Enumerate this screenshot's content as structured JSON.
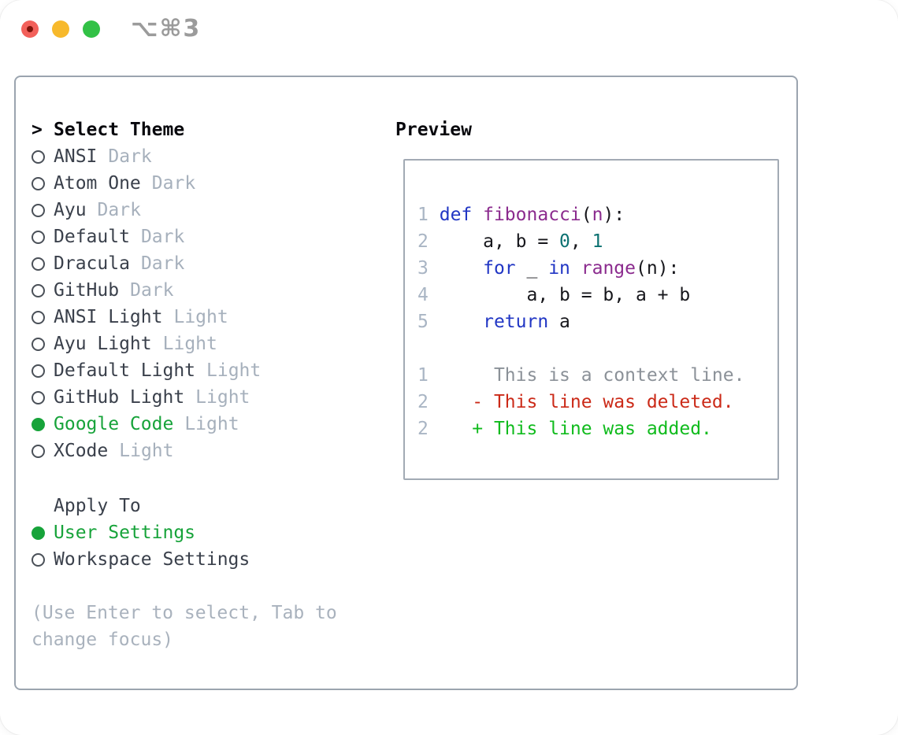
{
  "window": {
    "shortcut_label": "⌥⌘3",
    "traffic_lights": [
      {
        "name": "close-button",
        "color": "#f2605a"
      },
      {
        "name": "minimize-button",
        "color": "#f7b92c"
      },
      {
        "name": "zoom-button",
        "color": "#32c146"
      }
    ]
  },
  "colors": {
    "accent_green": "#17a33a",
    "diff_added": "#10bb1d",
    "diff_deleted": "#cb2a18",
    "diff_context": "#8b9198",
    "keyword_blue": "#2136c4",
    "function_purple": "#8b2b8e",
    "number_teal": "#0b7171",
    "muted_gray": "#a6b0bc",
    "panel_border": "#9ba4af"
  },
  "theme_panel": {
    "title_prefix": ">",
    "title": "Select Theme",
    "themes": [
      {
        "name": "ANSI",
        "tag": "Dark",
        "selected": false
      },
      {
        "name": "Atom One",
        "tag": "Dark",
        "selected": false
      },
      {
        "name": "Ayu",
        "tag": "Dark",
        "selected": false
      },
      {
        "name": "Default",
        "tag": "Dark",
        "selected": false
      },
      {
        "name": "Dracula",
        "tag": "Dark",
        "selected": false
      },
      {
        "name": "GitHub",
        "tag": "Dark",
        "selected": false
      },
      {
        "name": "ANSI Light",
        "tag": "Light",
        "selected": false
      },
      {
        "name": "Ayu Light",
        "tag": "Light",
        "selected": false
      },
      {
        "name": "Default Light",
        "tag": "Light",
        "selected": false
      },
      {
        "name": "GitHub Light",
        "tag": "Light",
        "selected": false
      },
      {
        "name": "Google Code",
        "tag": "Light",
        "selected": true
      },
      {
        "name": "XCode",
        "tag": "Light",
        "selected": false
      }
    ],
    "apply_to": {
      "title": "Apply To",
      "options": [
        {
          "name": "User Settings",
          "selected": true
        },
        {
          "name": "Workspace Settings",
          "selected": false
        }
      ]
    },
    "help_text": "(Use Enter to select, Tab to change focus)"
  },
  "preview": {
    "title": "Preview",
    "code_lines": [
      {
        "num": "1",
        "tokens": [
          {
            "text": "def ",
            "style": "keyword"
          },
          {
            "text": "fibonacci",
            "style": "function"
          },
          {
            "text": "(",
            "style": "plain"
          },
          {
            "text": "n",
            "style": "function"
          },
          {
            "text": "):",
            "style": "plain"
          }
        ]
      },
      {
        "num": "2",
        "tokens": [
          {
            "text": "    a, b = ",
            "style": "plain"
          },
          {
            "text": "0",
            "style": "number"
          },
          {
            "text": ", ",
            "style": "plain"
          },
          {
            "text": "1",
            "style": "number"
          }
        ]
      },
      {
        "num": "3",
        "tokens": [
          {
            "text": "    ",
            "style": "plain"
          },
          {
            "text": "for",
            "style": "keyword"
          },
          {
            "text": " _ ",
            "style": "plain"
          },
          {
            "text": "in",
            "style": "keyword"
          },
          {
            "text": " ",
            "style": "plain"
          },
          {
            "text": "range",
            "style": "function"
          },
          {
            "text": "(n):",
            "style": "plain"
          }
        ]
      },
      {
        "num": "4",
        "tokens": [
          {
            "text": "        a, b = b, a + b",
            "style": "plain"
          }
        ]
      },
      {
        "num": "5",
        "tokens": [
          {
            "text": "    ",
            "style": "plain"
          },
          {
            "text": "return",
            "style": "keyword"
          },
          {
            "text": " a",
            "style": "plain"
          }
        ]
      }
    ],
    "diff_lines": [
      {
        "num": "1",
        "tokens": [
          {
            "text": "     This is a context line.",
            "style": "context"
          }
        ]
      },
      {
        "num": "2",
        "tokens": [
          {
            "text": "   - This line was deleted.",
            "style": "deleted"
          }
        ]
      },
      {
        "num": "2",
        "tokens": [
          {
            "text": "   + This line was added.",
            "style": "added"
          }
        ]
      }
    ]
  }
}
